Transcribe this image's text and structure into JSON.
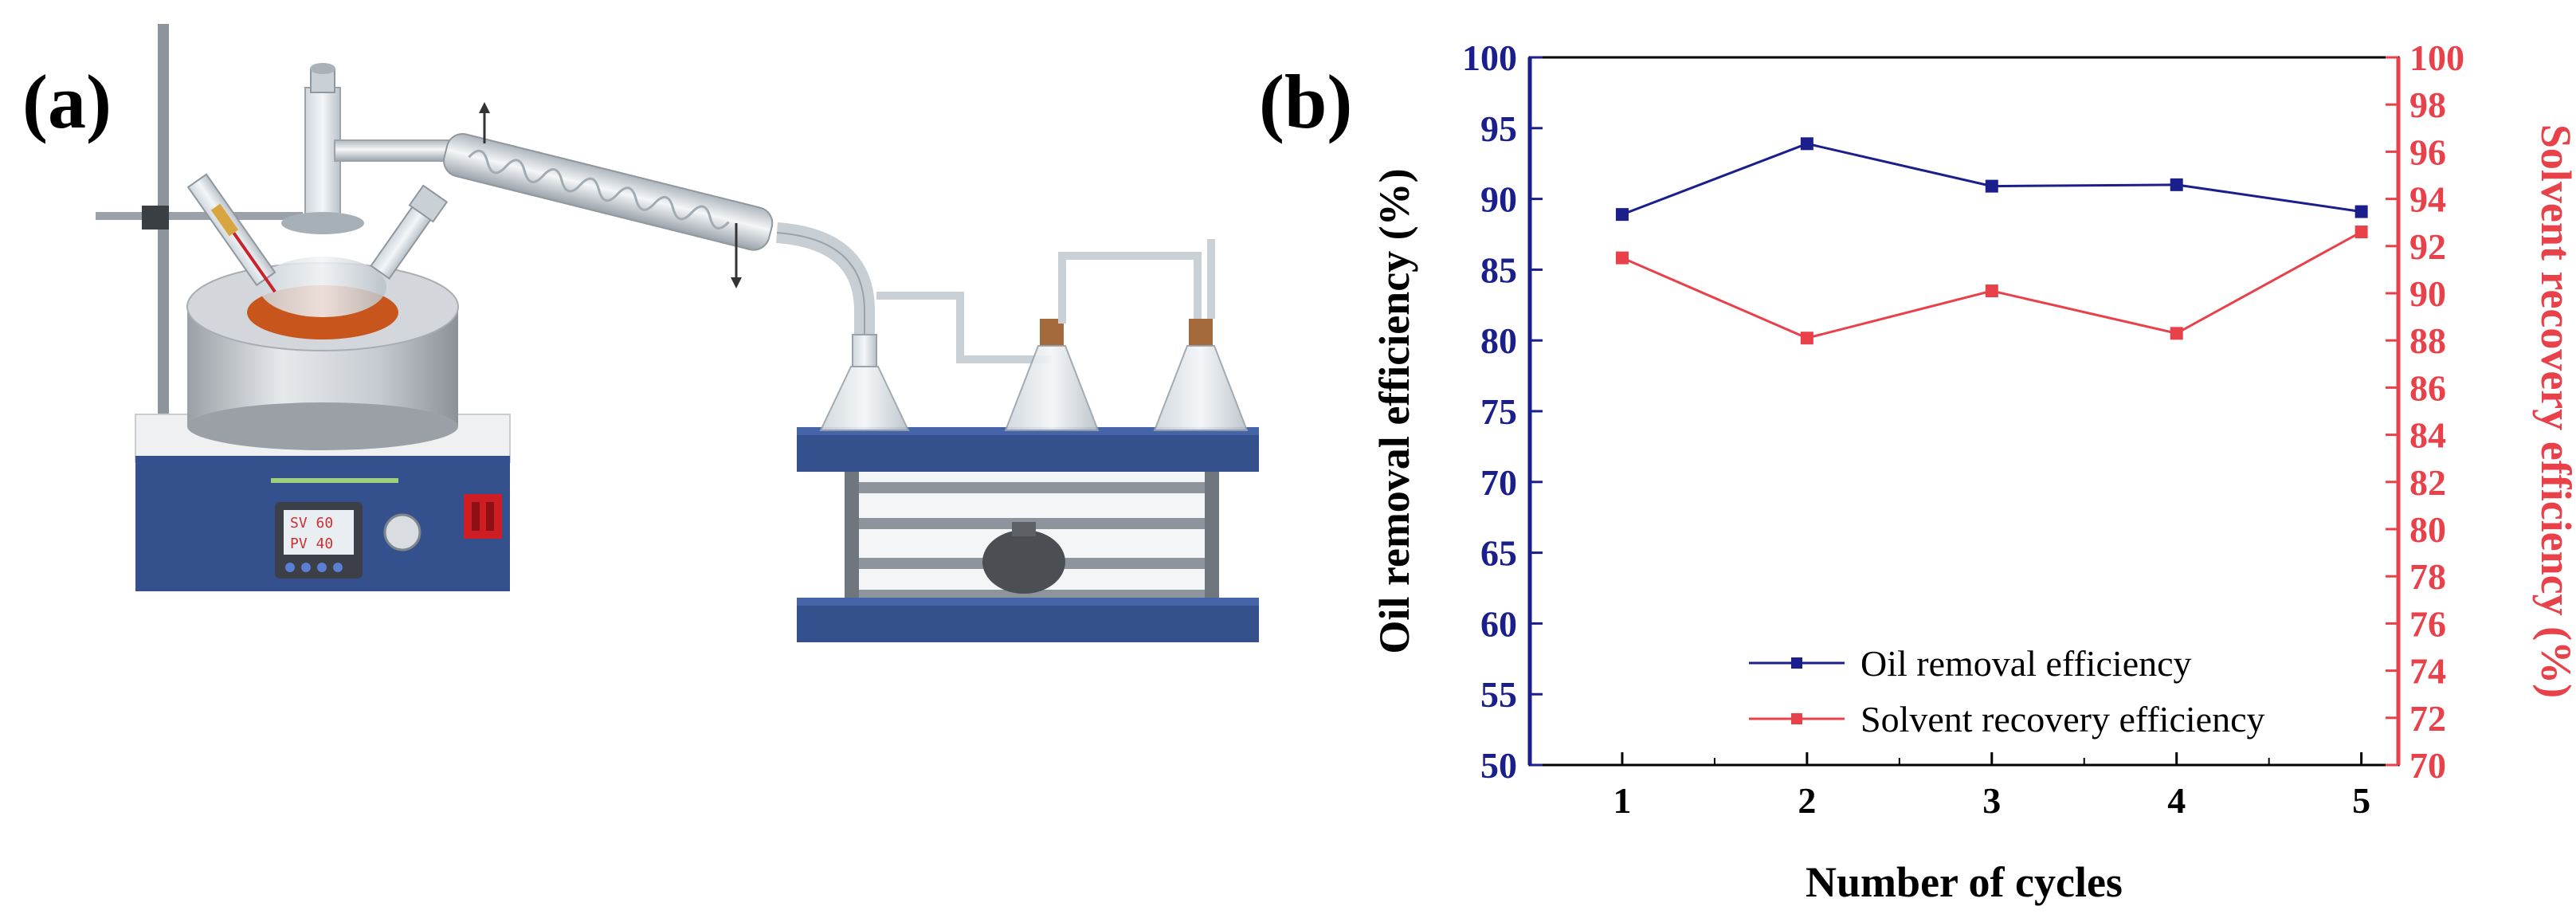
{
  "panels": {
    "a_label": "(a)",
    "b_label": "(b)"
  },
  "apparatus": {
    "display_line1": "SV 60",
    "display_line2": "PV 40"
  },
  "colors": {
    "oil": "#1a1f8c",
    "solvent": "#e8414a",
    "base_blue": "#34518e",
    "heater_orange": "#c8561c"
  },
  "chart_data": {
    "type": "line",
    "xlabel": "Number of cycles",
    "ylabel": "Oil removal efficiency (%)",
    "y2label": "Solvent recovery efficiency (%)",
    "x": [
      1,
      2,
      3,
      4,
      5
    ],
    "ylim": [
      50,
      100
    ],
    "y2lim": [
      70,
      100
    ],
    "yticks": [
      50,
      55,
      60,
      65,
      70,
      75,
      80,
      85,
      90,
      95,
      100
    ],
    "y2ticks": [
      70,
      72,
      74,
      76,
      78,
      80,
      82,
      84,
      86,
      88,
      90,
      92,
      94,
      96,
      98,
      100
    ],
    "legend_position": "bottom-right",
    "series": [
      {
        "name": "Oil removal efficiency",
        "axis": "left",
        "color": "#1a1f8c",
        "values": [
          88.9,
          93.9,
          90.9,
          91.0,
          89.1
        ]
      },
      {
        "name": "Solvent recovery efficiency",
        "axis": "right",
        "color": "#e8414a",
        "values": [
          91.5,
          88.1,
          90.1,
          88.3,
          92.6
        ]
      }
    ]
  }
}
